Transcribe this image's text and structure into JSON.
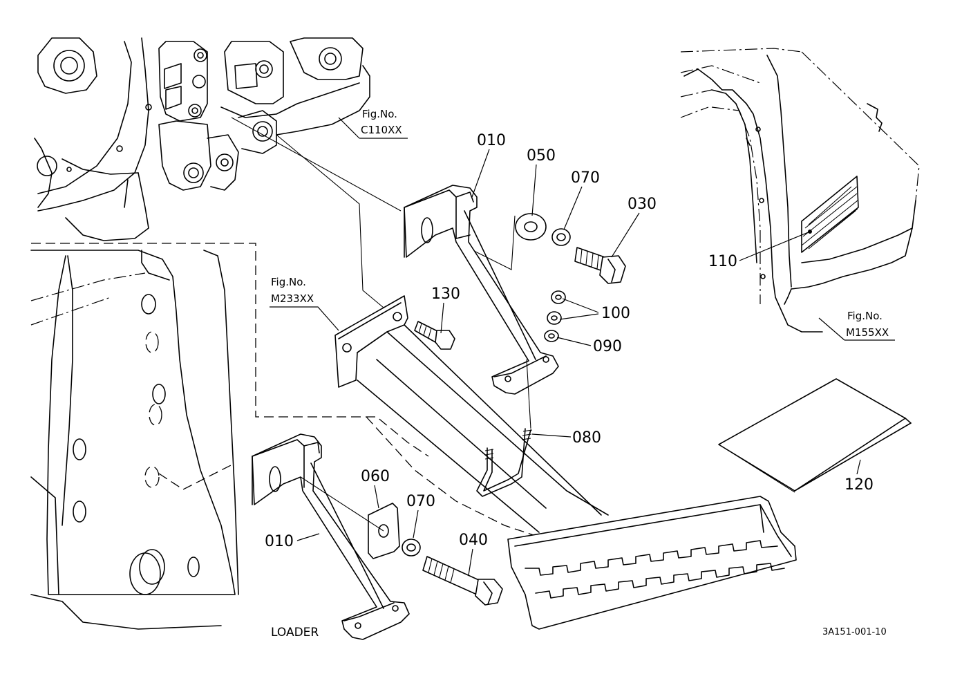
{
  "diagram": {
    "drawing_code": "3A151-001-10",
    "variant_label": "LOADER",
    "part_numbers": {
      "bracket_upper": "010",
      "bracket_lower": "010",
      "bolt_upper": "030",
      "bolt_lower": "040",
      "washer_plain": "050",
      "plate": "060",
      "spring_washer_upper": "070",
      "spring_washer_lower": "070",
      "u_bolt": "080",
      "washer_small": "090",
      "nut": "100",
      "label_decal": "110",
      "manual": "120",
      "bolt_small": "130"
    },
    "fig_refs": [
      {
        "title": "Fig.No.",
        "code": "C110XX"
      },
      {
        "title": "Fig.No.",
        "code": "M233XX"
      },
      {
        "title": "Fig.No.",
        "code": "M155XX"
      }
    ]
  }
}
